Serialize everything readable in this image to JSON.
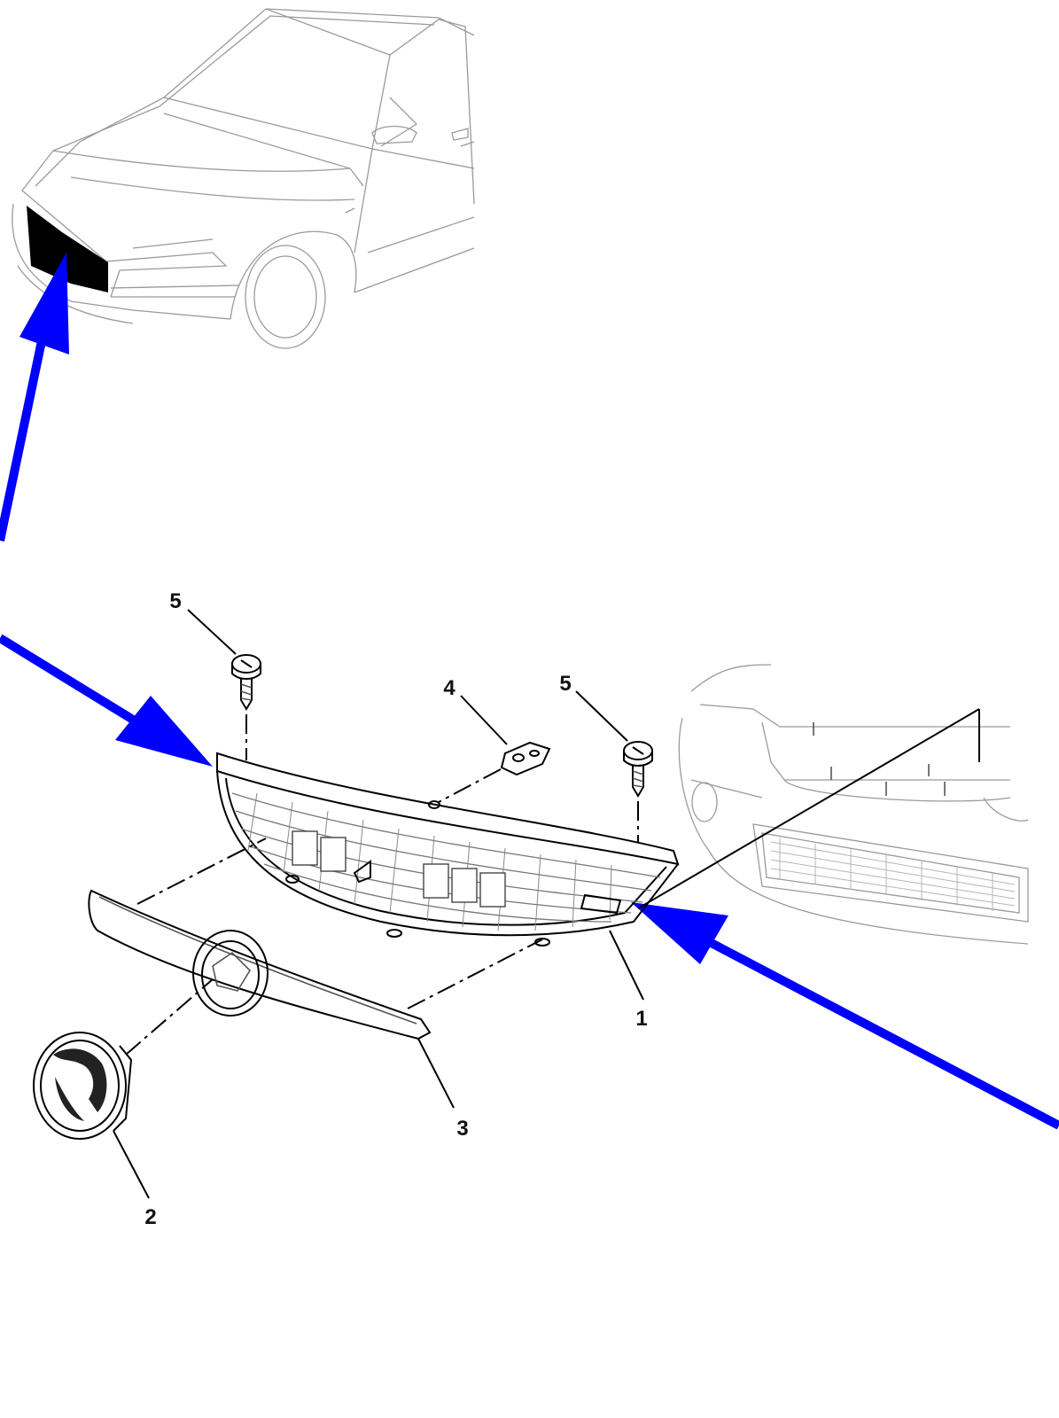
{
  "diagram": {
    "part_callouts": [
      {
        "id": "grille",
        "number": "1"
      },
      {
        "id": "emblem",
        "number": "2"
      },
      {
        "id": "trim-bar",
        "number": "3"
      },
      {
        "id": "clip",
        "number": "4"
      },
      {
        "id": "screw-left",
        "number": "5"
      },
      {
        "id": "screw-right",
        "number": "5"
      }
    ],
    "colors": {
      "arrow": "#0000ff",
      "line_art": "#000000",
      "faint_line_art": "#9a9a9a",
      "hood_highlight": "#000000",
      "background": "#ffffff"
    }
  }
}
